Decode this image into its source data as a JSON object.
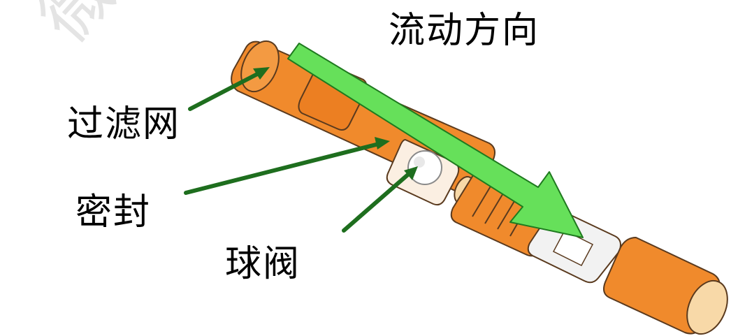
{
  "labels": {
    "flow_direction": "流动方向",
    "filter_screen": "过滤网",
    "seal": "密封",
    "ball_valve": "球阀"
  },
  "watermark_text": "微信",
  "colors": {
    "body_fill": "#F08A2C",
    "body_light": "#F7B670",
    "body_outline": "#5A3A1E",
    "flow_arrow": "#66E05A",
    "flow_arrow_outline": "#1F7A1F",
    "leader_line": "#1E6E1E",
    "insert_fill": "#F2F2F2",
    "endcap_fill": "#F8D9A8"
  },
  "icons": [
    "flow-direction-arrow-icon",
    "ball-valve-icon"
  ]
}
